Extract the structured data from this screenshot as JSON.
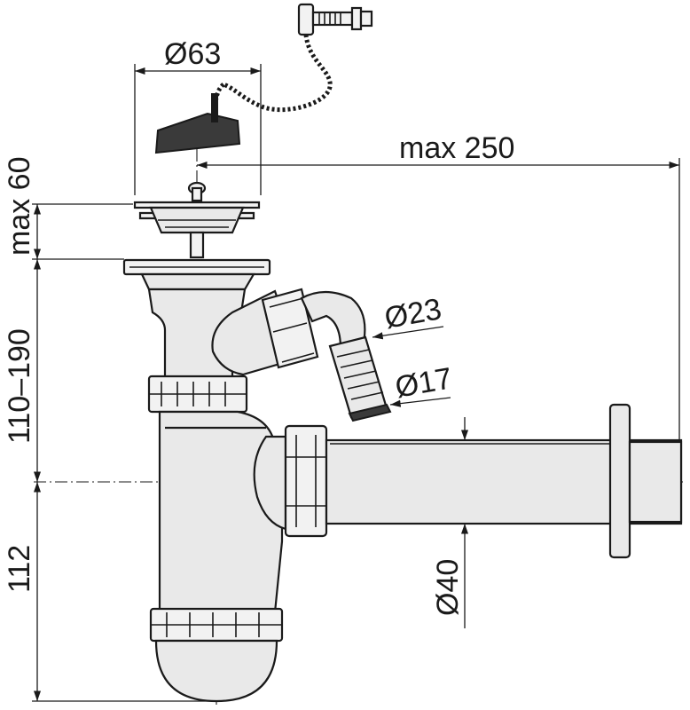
{
  "labels": {
    "plug_diameter": "Ø63",
    "max_length": "max 250",
    "max_height": "max 60",
    "height_range": "110–190",
    "trap_height": "112",
    "hose_outer": "Ø23",
    "hose_inner": "Ø17",
    "pipe_diameter": "Ø40"
  }
}
